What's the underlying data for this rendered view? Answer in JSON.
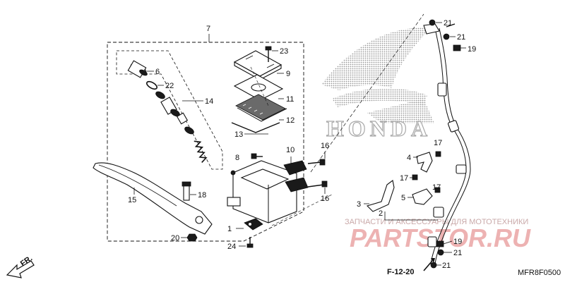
{
  "watermark": {
    "logo_text": "HONDA",
    "shop_caption": "ЗАПЧАСТИ И АКСЕССУАРЫ ДЛЯ МОТОТЕХНИКИ",
    "shop_brand": "PARTSTOR.RU"
  },
  "diagram_code": "MFR8F0500",
  "direction_marker": "FR.",
  "reference_label": "F-12-20",
  "callouts": {
    "p1": "1",
    "p2": "2",
    "p3": "3",
    "p4": "4",
    "p5": "5",
    "p6": "6",
    "p7": "7",
    "p8": "8",
    "p9": "9",
    "p10": "10",
    "p11": "11",
    "p12": "12",
    "p13": "13",
    "p14": "14",
    "p15": "15",
    "p16a": "16",
    "p16b": "16",
    "p17a": "17",
    "p17b": "17",
    "p17c": "17",
    "p18": "18",
    "p19a": "19",
    "p19b": "19",
    "p20": "20",
    "p21a": "21",
    "p21b": "21",
    "p21c": "21",
    "p21d": "21",
    "p22": "22",
    "p23": "23",
    "p24": "24"
  }
}
